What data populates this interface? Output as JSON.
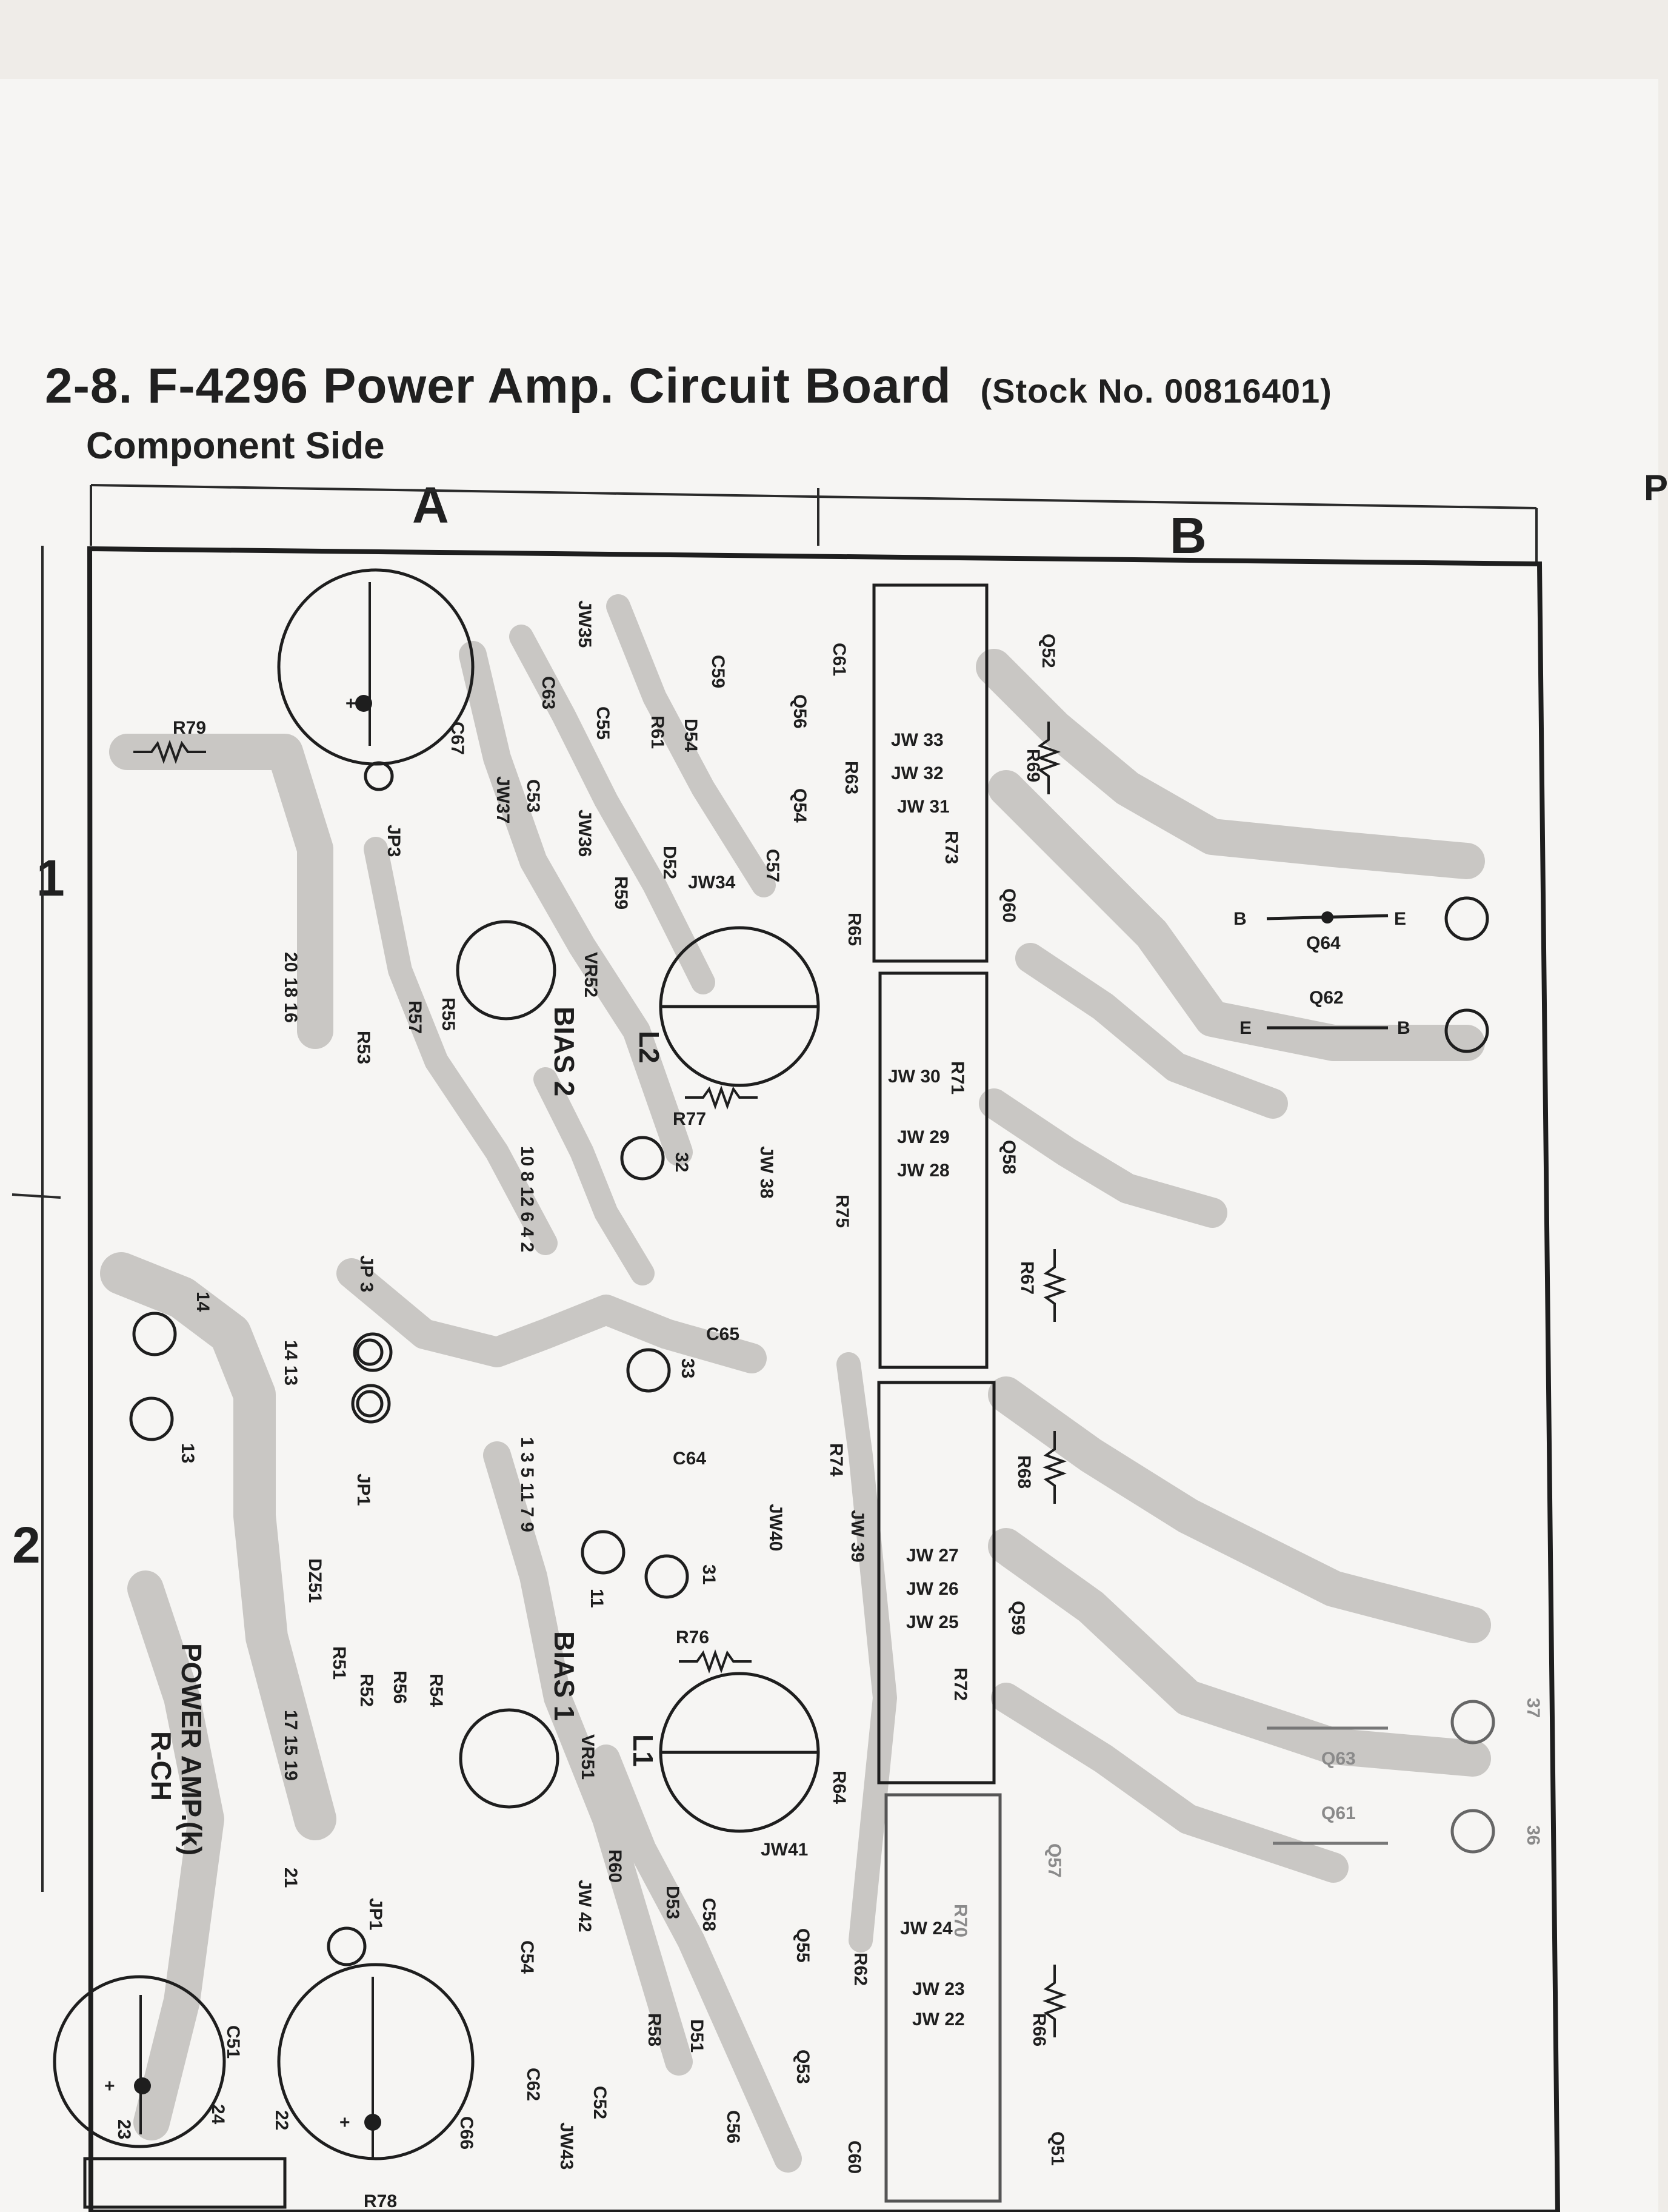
{
  "page": {
    "section_number": "2-8.",
    "title": "F-4296 Power Amp. Circuit Board",
    "stock": "(Stock No. 00816401)",
    "subtitle": "Component Side",
    "edge_letter": "P"
  },
  "grid": {
    "columns": [
      "A",
      "B"
    ],
    "rows": [
      "1",
      "2"
    ]
  },
  "board": {
    "label_line1": "POWER AMP.(k)",
    "label_line2": "R-CH",
    "connector_pins_top": "10 8 12 6 4 2",
    "connector_pins_bottom": "1 3 5 11 7 9",
    "jumper_pins_top": "20 18 16",
    "jumper_pins_mid": "14 13",
    "jumper_pins_bottom": "17 15 19",
    "components": {
      "R79": "R79",
      "C67": "C67",
      "JP3": "JP3",
      "JW35": "JW35",
      "C63": "C63",
      "C55": "C55",
      "JW37": "JW37",
      "C53": "C53",
      "JW36": "JW36",
      "R61": "R61",
      "D54": "D54",
      "C59": "C59",
      "Q56": "Q56",
      "Q54": "Q54",
      "C61": "C61",
      "R63": "R63",
      "C57": "C57",
      "D52": "D52",
      "R59": "R59",
      "JW34": "JW34",
      "JW33": "JW 33",
      "JW32": "JW 32",
      "JW31": "JW 31",
      "R69": "R69",
      "Q52": "Q52",
      "R73": "R73",
      "Q60": "Q60",
      "R65": "R65",
      "VR52": "VR52",
      "BIAS2": "BIAS 2",
      "R55": "R55",
      "R57": "R57",
      "R53": "R53",
      "L2": "L2",
      "R77": "R77",
      "TP32": "32",
      "JW38": "JW 38",
      "R75": "R75",
      "JW30": "JW 30",
      "R71": "R71",
      "JW29": "JW 29",
      "JW28": "JW 28",
      "Q58": "Q58",
      "R67": "R67",
      "Q64": "Q64",
      "Q62": "Q62",
      "C65": "C65",
      "TP33": "33",
      "JP3b": "JP 3",
      "JP1": "JP1",
      "C64": "C64",
      "R74": "R74",
      "JW40": "JW40",
      "JW39": "JW 39",
      "R68": "R68",
      "TP11": "11",
      "TP31": "31",
      "JW27": "JW 27",
      "JW26": "JW 26",
      "JW25": "JW 25",
      "Q59": "Q59",
      "R72": "R72",
      "DZ51": "DZ51",
      "R51": "R51",
      "R52": "R52",
      "R56": "R56",
      "R54": "R54",
      "BIAS1": "BIAS 1",
      "VR51": "VR51",
      "R76": "R76",
      "L1": "L1",
      "R64": "R64",
      "JW41": "JW41",
      "Q63": "Q63",
      "Q61": "Q61",
      "Q57": "Q57",
      "JW24": "JW 24",
      "R70": "R70",
      "JW23": "JW 23",
      "JW22": "JW 22",
      "R66": "R66",
      "R60": "R60",
      "JW42": "JW 42",
      "D53": "D53",
      "C58": "C58",
      "Q55": "Q55",
      "R62": "R62",
      "C54": "C54",
      "JP1b": "JP1",
      "C51": "C51",
      "C62": "C62",
      "R58": "R58",
      "D51": "D51",
      "Q53": "Q53",
      "C52": "C52",
      "JW43": "JW43",
      "C56": "C56",
      "C60": "C60",
      "Q51": "Q51",
      "C66": "C66",
      "R78": "R78",
      "TP37": "37",
      "TP36": "36"
    },
    "pins": {
      "p14": "14",
      "p13": "13",
      "p21": "21",
      "p22": "22",
      "p23": "23",
      "p24": "24"
    },
    "terminals": {
      "B": "B",
      "E": "E",
      "plus": "+"
    }
  },
  "colors": {
    "paper": "#f6f5f3",
    "background": "#efece8",
    "ink": "#1e1e1e",
    "trace": "#c9c7c4",
    "faint": "#8a8a8a"
  }
}
